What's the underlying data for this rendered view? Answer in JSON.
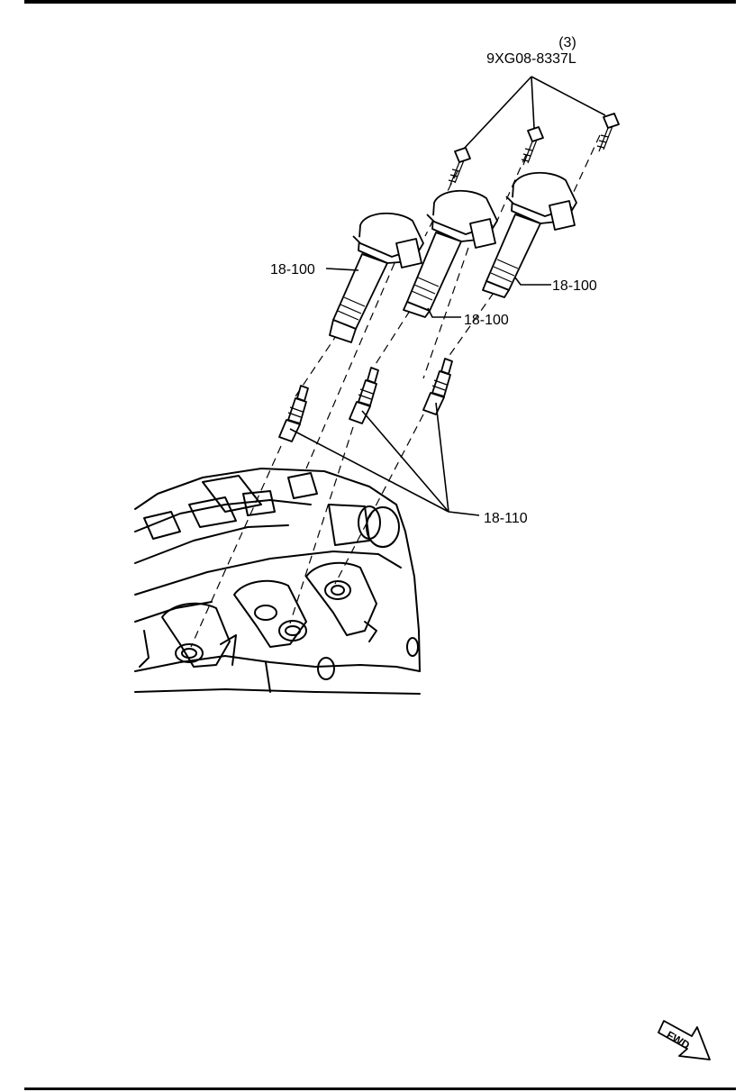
{
  "callouts": {
    "bolt_qty": "(3)",
    "bolt_part": "9XG08-8337L",
    "coil_left": "18-100",
    "coil_middle": "18-100",
    "coil_right": "18-100",
    "spark_plugs": "18-110"
  },
  "fwd_badge": {
    "text": "FWD"
  }
}
